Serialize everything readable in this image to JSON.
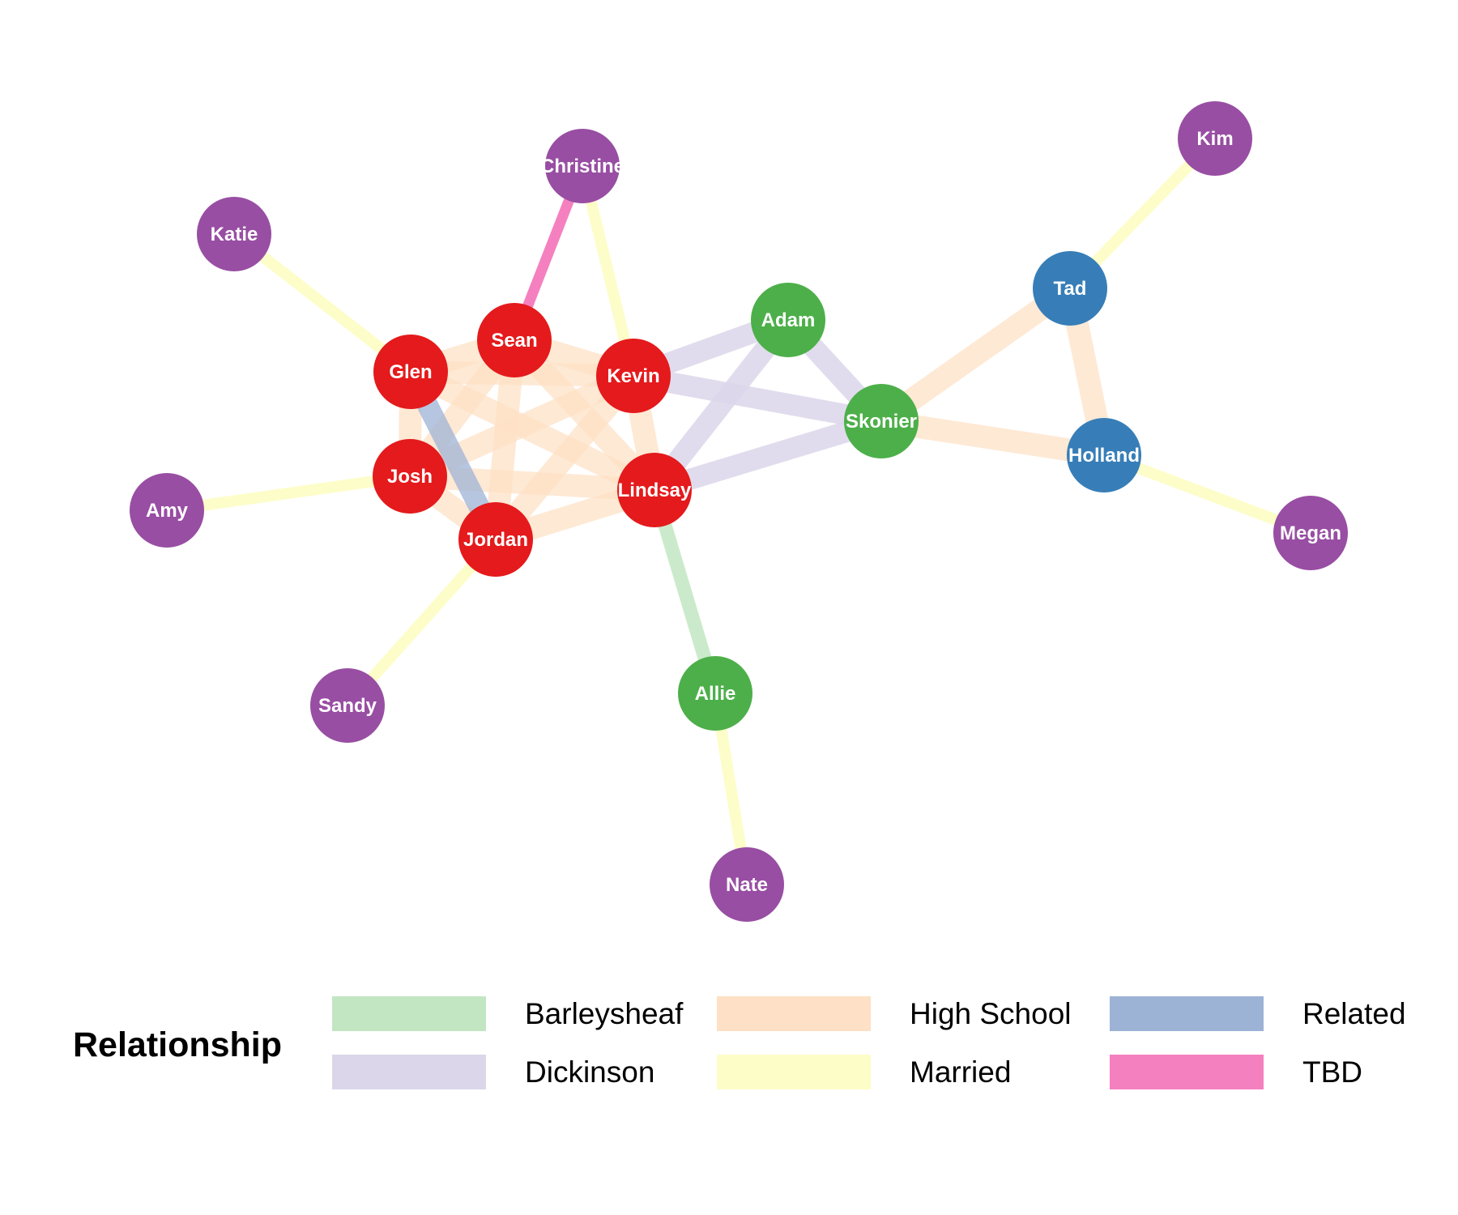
{
  "legend": {
    "title": "Relationship",
    "items": [
      {
        "id": "barleysheaf",
        "label": "Barleysheaf",
        "color": "#c2e6c2"
      },
      {
        "id": "dickinson",
        "label": "Dickinson",
        "color": "#dcd6ea"
      },
      {
        "id": "high_school",
        "label": "High School",
        "color": "#fde0c5"
      },
      {
        "id": "married",
        "label": "Married",
        "color": "#fdfdc7"
      },
      {
        "id": "related",
        "label": "Related",
        "color": "#9db3d6"
      },
      {
        "id": "tbd",
        "label": "TBD",
        "color": "#f580bf"
      }
    ]
  },
  "group_colors": {
    "purple": "#984ea3",
    "red": "#e41a1c",
    "green": "#4daf4a",
    "blue": "#377eb8"
  },
  "nodes": [
    {
      "id": "christine",
      "label": "Christine",
      "group": "purple"
    },
    {
      "id": "katie",
      "label": "Katie",
      "group": "purple"
    },
    {
      "id": "kim",
      "label": "Kim",
      "group": "purple"
    },
    {
      "id": "tad",
      "label": "Tad",
      "group": "blue"
    },
    {
      "id": "adam",
      "label": "Adam",
      "group": "green"
    },
    {
      "id": "sean",
      "label": "Sean",
      "group": "red"
    },
    {
      "id": "glen",
      "label": "Glen",
      "group": "red"
    },
    {
      "id": "kevin",
      "label": "Kevin",
      "group": "red"
    },
    {
      "id": "skonier",
      "label": "Skonier",
      "group": "green"
    },
    {
      "id": "holland",
      "label": "Holland",
      "group": "blue"
    },
    {
      "id": "josh",
      "label": "Josh",
      "group": "red"
    },
    {
      "id": "lindsay",
      "label": "Lindsay",
      "group": "red"
    },
    {
      "id": "amy",
      "label": "Amy",
      "group": "purple"
    },
    {
      "id": "megan",
      "label": "Megan",
      "group": "purple"
    },
    {
      "id": "jordan",
      "label": "Jordan",
      "group": "red"
    },
    {
      "id": "allie",
      "label": "Allie",
      "group": "green"
    },
    {
      "id": "sandy",
      "label": "Sandy",
      "group": "purple"
    },
    {
      "id": "nate",
      "label": "Nate",
      "group": "purple"
    }
  ],
  "edges": [
    {
      "source": "sean",
      "target": "christine",
      "relationship": "tbd"
    },
    {
      "source": "kevin",
      "target": "christine",
      "relationship": "married"
    },
    {
      "source": "glen",
      "target": "katie",
      "relationship": "married"
    },
    {
      "source": "tad",
      "target": "kim",
      "relationship": "married"
    },
    {
      "source": "josh",
      "target": "amy",
      "relationship": "married"
    },
    {
      "source": "jordan",
      "target": "sandy",
      "relationship": "married"
    },
    {
      "source": "holland",
      "target": "megan",
      "relationship": "married"
    },
    {
      "source": "allie",
      "target": "nate",
      "relationship": "married"
    },
    {
      "source": "lindsay",
      "target": "allie",
      "relationship": "barleysheaf"
    },
    {
      "source": "kevin",
      "target": "adam",
      "relationship": "dickinson"
    },
    {
      "source": "kevin",
      "target": "skonier",
      "relationship": "dickinson"
    },
    {
      "source": "lindsay",
      "target": "adam",
      "relationship": "dickinson"
    },
    {
      "source": "lindsay",
      "target": "skonier",
      "relationship": "dickinson"
    },
    {
      "source": "adam",
      "target": "skonier",
      "relationship": "dickinson"
    },
    {
      "source": "skonier",
      "target": "tad",
      "relationship": "high_school"
    },
    {
      "source": "skonier",
      "target": "holland",
      "relationship": "high_school"
    },
    {
      "source": "tad",
      "target": "holland",
      "relationship": "high_school"
    },
    {
      "source": "glen",
      "target": "sean",
      "relationship": "high_school"
    },
    {
      "source": "glen",
      "target": "kevin",
      "relationship": "high_school"
    },
    {
      "source": "glen",
      "target": "josh",
      "relationship": "high_school"
    },
    {
      "source": "glen",
      "target": "lindsay",
      "relationship": "high_school"
    },
    {
      "source": "sean",
      "target": "kevin",
      "relationship": "high_school"
    },
    {
      "source": "sean",
      "target": "josh",
      "relationship": "high_school"
    },
    {
      "source": "sean",
      "target": "lindsay",
      "relationship": "high_school"
    },
    {
      "source": "sean",
      "target": "jordan",
      "relationship": "high_school"
    },
    {
      "source": "kevin",
      "target": "josh",
      "relationship": "high_school"
    },
    {
      "source": "kevin",
      "target": "lindsay",
      "relationship": "high_school"
    },
    {
      "source": "kevin",
      "target": "jordan",
      "relationship": "high_school"
    },
    {
      "source": "josh",
      "target": "lindsay",
      "relationship": "high_school"
    },
    {
      "source": "josh",
      "target": "jordan",
      "relationship": "high_school"
    },
    {
      "source": "jordan",
      "target": "lindsay",
      "relationship": "high_school"
    },
    {
      "source": "glen",
      "target": "jordan",
      "relationship": "related"
    }
  ]
}
